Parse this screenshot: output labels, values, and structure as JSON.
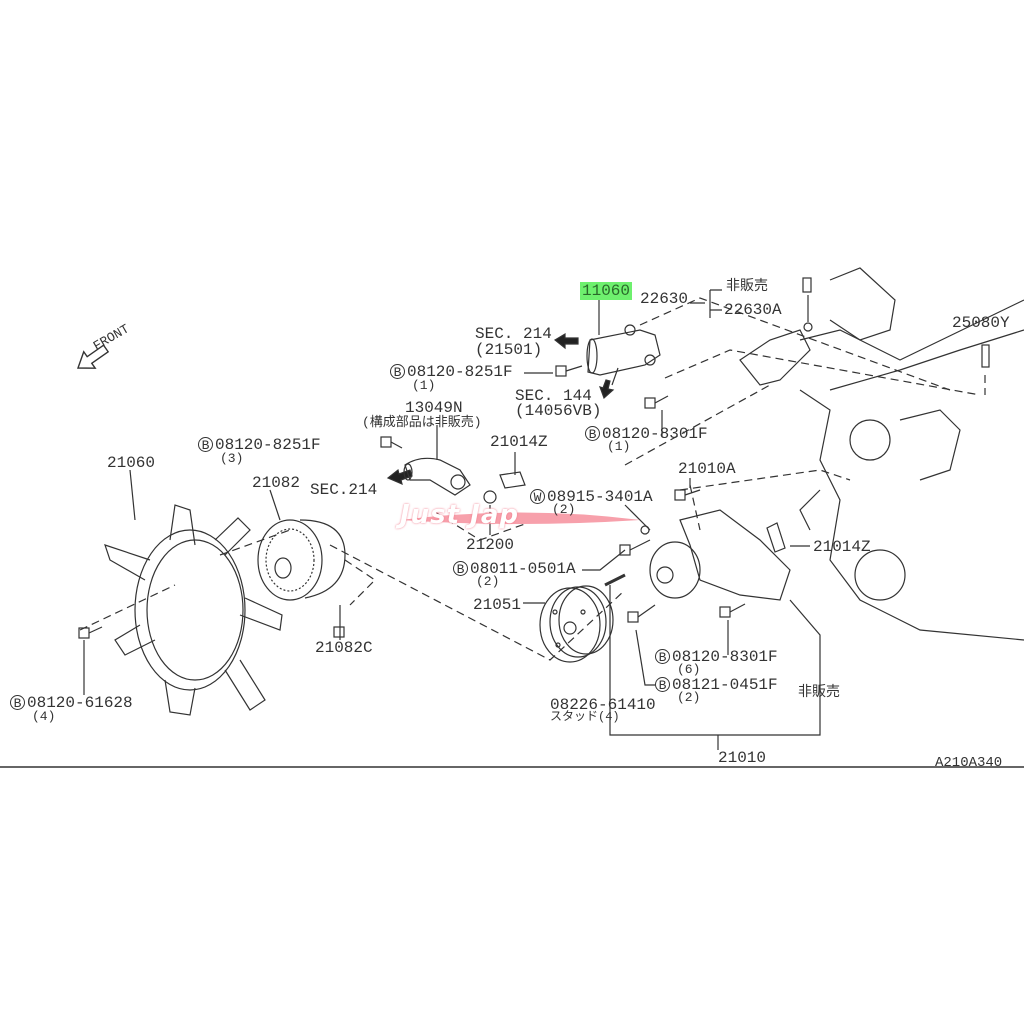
{
  "diagram_code": "A210A340",
  "front_label": "FRONT",
  "watermark": "Just Jap",
  "labels": {
    "p11060": "11060",
    "p22630": "22630",
    "hihanbai_top": "非販売",
    "p22630A": "22630A",
    "p25080Y": "25080Y",
    "sec214_a": "SEC. 214",
    "sec214_a_ref": "(21501)",
    "b1_code": "08120-8251F",
    "b1_qty": "(1)",
    "sec144": "SEC. 144",
    "sec144_ref": "(14056VB)",
    "p13049N": "13049N",
    "p13049N_note": "(構成部品は非販売)",
    "b2_code": "08120-8301F",
    "b2_qty": "(1)",
    "b3_code": "08120-8251F",
    "b3_qty": "(3)",
    "p21014Z_a": "21014Z",
    "p21060": "21060",
    "p21010A": "21010A",
    "p21082": "21082",
    "sec214_b": "SEC.214",
    "w1_code": "08915-3401A",
    "w1_qty": "(2)",
    "p21200": "21200",
    "p21014Z_b": "21014Z",
    "b4_code": "08011-0501A",
    "b4_qty": "(2)",
    "p21051": "21051",
    "p21082C": "21082C",
    "b5_code": "08120-8301F",
    "b5_qty": "(6)",
    "b6_code": "08121-0451F",
    "b6_qty": "(2)",
    "hihanbai_bottom": "非販売",
    "b7_code": "08120-61628",
    "b7_qty": "(4)",
    "stud_code": "08226-61410",
    "stud_note": "スタッド(4)",
    "p21010": "21010"
  },
  "markers": {
    "bolt": "B",
    "washer": "W"
  },
  "colors": {
    "highlight": "#6ef06e",
    "ink": "#333333",
    "watermark": "#f0788a"
  }
}
